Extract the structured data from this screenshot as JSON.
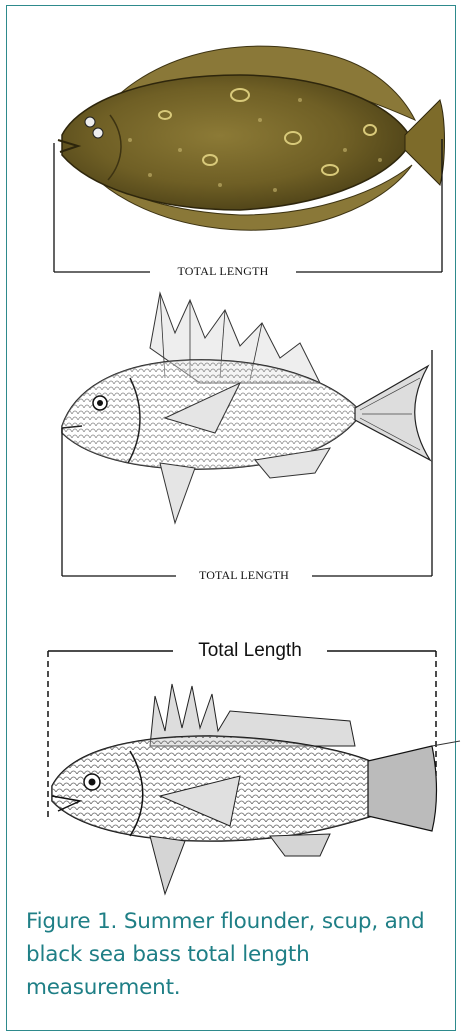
{
  "figures": [
    {
      "label": "TOTAL LENGTH"
    },
    {
      "label": "TOTAL LENGTH"
    },
    {
      "label": "Total Length"
    }
  ],
  "caption": "Figure 1.  Summer flounder, scup, and black sea bass total length measurement.",
  "colors": {
    "frame": "#2e8a8c",
    "caption": "#1f7f86",
    "flounder_body": "#7a6a2a",
    "ink": "#222222"
  }
}
